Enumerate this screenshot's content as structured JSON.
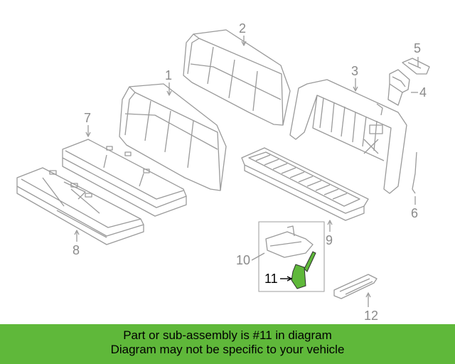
{
  "callouts": {
    "c1": "1",
    "c2": "2",
    "c3": "3",
    "c4": "4",
    "c5": "5",
    "c6": "6",
    "c7": "7",
    "c8": "8",
    "c9": "9",
    "c10": "10",
    "c11": "11",
    "c12": "12"
  },
  "banner": {
    "line1": "Part or sub-assembly is #11 in diagram",
    "line2": "Diagram may not be specific to your vehicle"
  },
  "colors": {
    "highlight": "#5fb83a",
    "line": "#9a9a9a",
    "banner": "#5fb83a"
  }
}
